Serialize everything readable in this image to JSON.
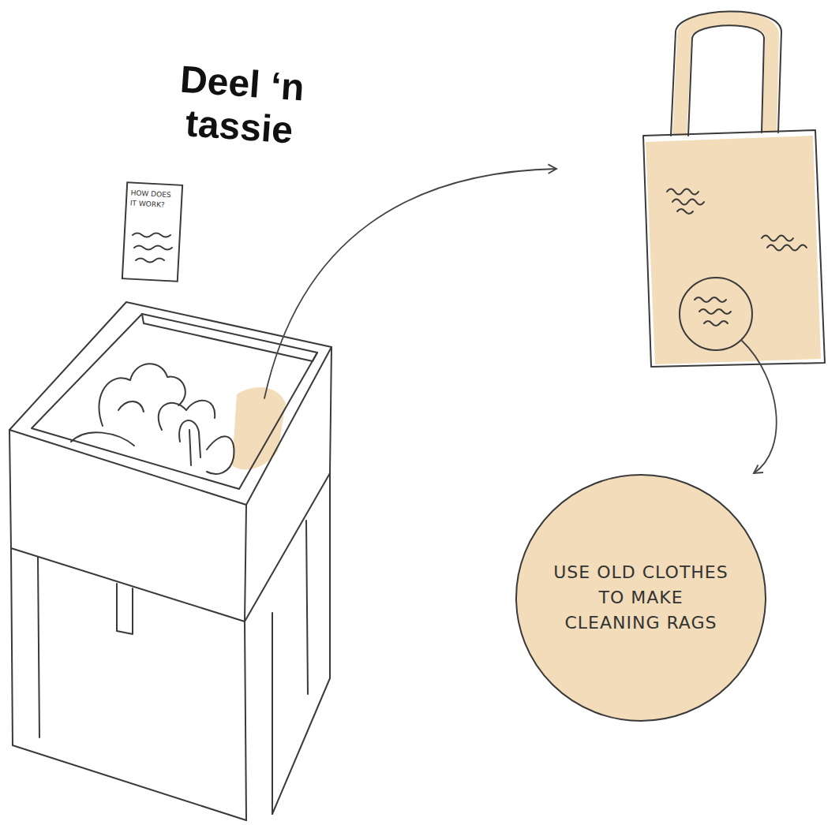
{
  "diagram": {
    "title": "Deel ‘n tassie",
    "nodes": [
      {
        "text": [
          "HOW DOES IT WORK?"
        ]
      },
      {
        "text": [
          "USE OLD CLOTHES TO MAKE CLEANING RAGS"
        ]
      }
    ]
  }
}
